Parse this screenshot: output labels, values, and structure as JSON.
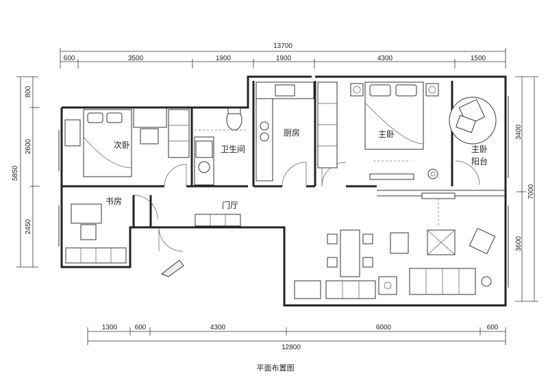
{
  "rooms": {
    "second_bedroom": "次卧",
    "bathroom": "卫生间",
    "kitchen": "厨房",
    "master_bedroom": "主卧",
    "master_balcony_line1": "主卧",
    "master_balcony_line2": "阳台",
    "study": "书房",
    "foyer": "门厅"
  },
  "dimensions": {
    "top_total": "13700",
    "top_segments": [
      "600",
      "3500",
      "1900",
      "1900",
      "4300",
      "1500"
    ],
    "bottom_total": "12800",
    "bottom_segments": [
      "1300",
      "600",
      "4300",
      "6000",
      "600"
    ],
    "left_total": "5850",
    "left_segments": [
      "800",
      "2600",
      "2450"
    ],
    "right_segments": [
      "3400",
      "3600"
    ],
    "right_total": "7000"
  },
  "caption": "平面布置图",
  "icons": [
    "entrance-arrow-icon"
  ]
}
